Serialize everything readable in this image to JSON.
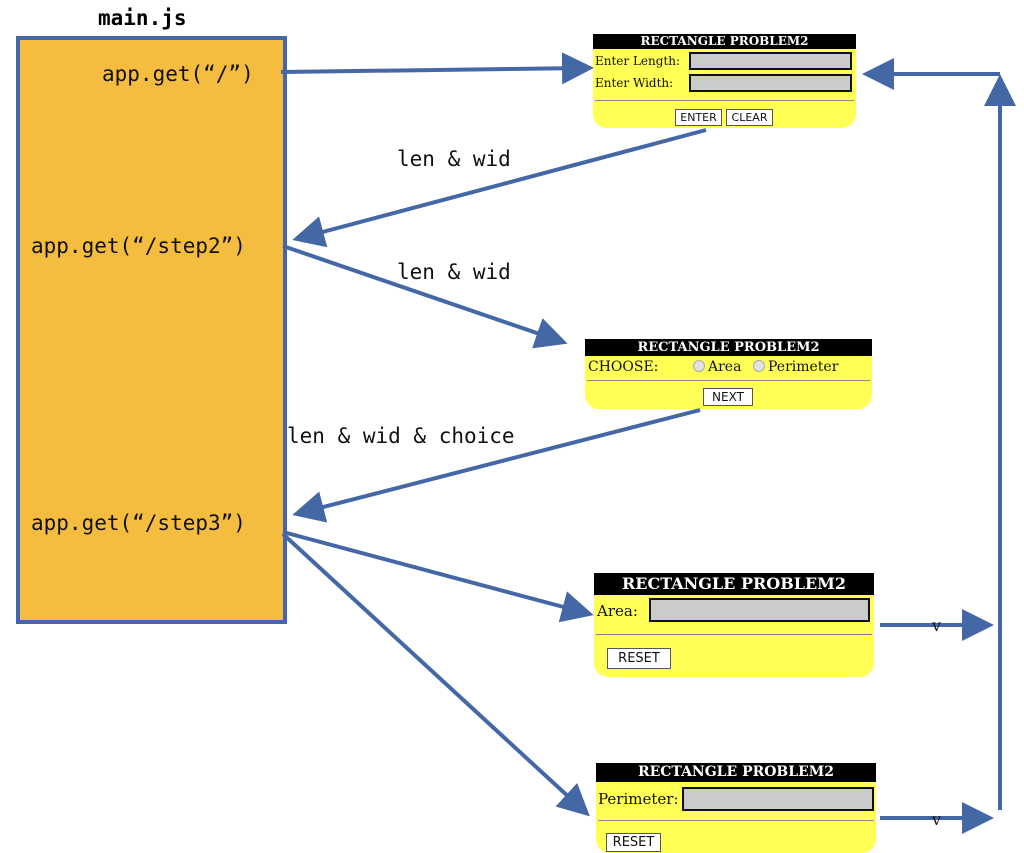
{
  "file_title": "main.js",
  "routes": {
    "root": "app.get(“/”)",
    "step2": "app.get(“/step2”)",
    "step3": "app.get(“/step3”)"
  },
  "edge_labels": {
    "step1_to_step2": "len & wid",
    "step2_to_form2": "len & wid",
    "form2_to_step3": "len & wid & choice"
  },
  "form_title": "RECTANGLE PROBLEM2",
  "form1": {
    "title": "RECTANGLE PROBLEM2",
    "length_label": "Enter Length:",
    "width_label": "Enter Width:",
    "length_value": "",
    "width_value": "",
    "enter_label": "ENTER",
    "clear_label": "CLEAR"
  },
  "form2": {
    "title": "RECTANGLE PROBLEM2",
    "choose_label": "CHOOSE:",
    "options": [
      "Area",
      "Perimeter"
    ],
    "next_label": "NEXT"
  },
  "form3": {
    "title": "RECTANGLE PROBLEM2",
    "area_label": "Area:",
    "area_value": "",
    "reset_label": "RESET"
  },
  "form4": {
    "title": "RECTANGLE PROBLEM2",
    "perimeter_label": "Perimeter:",
    "perimeter_value": "",
    "reset_label": "RESET"
  },
  "loop_marks": [
    "v",
    "v"
  ],
  "colors": {
    "arrow": "#4468a6",
    "server_box": "#f4bd40",
    "form_bg": "#ffff55",
    "title_bar": "#000000"
  }
}
